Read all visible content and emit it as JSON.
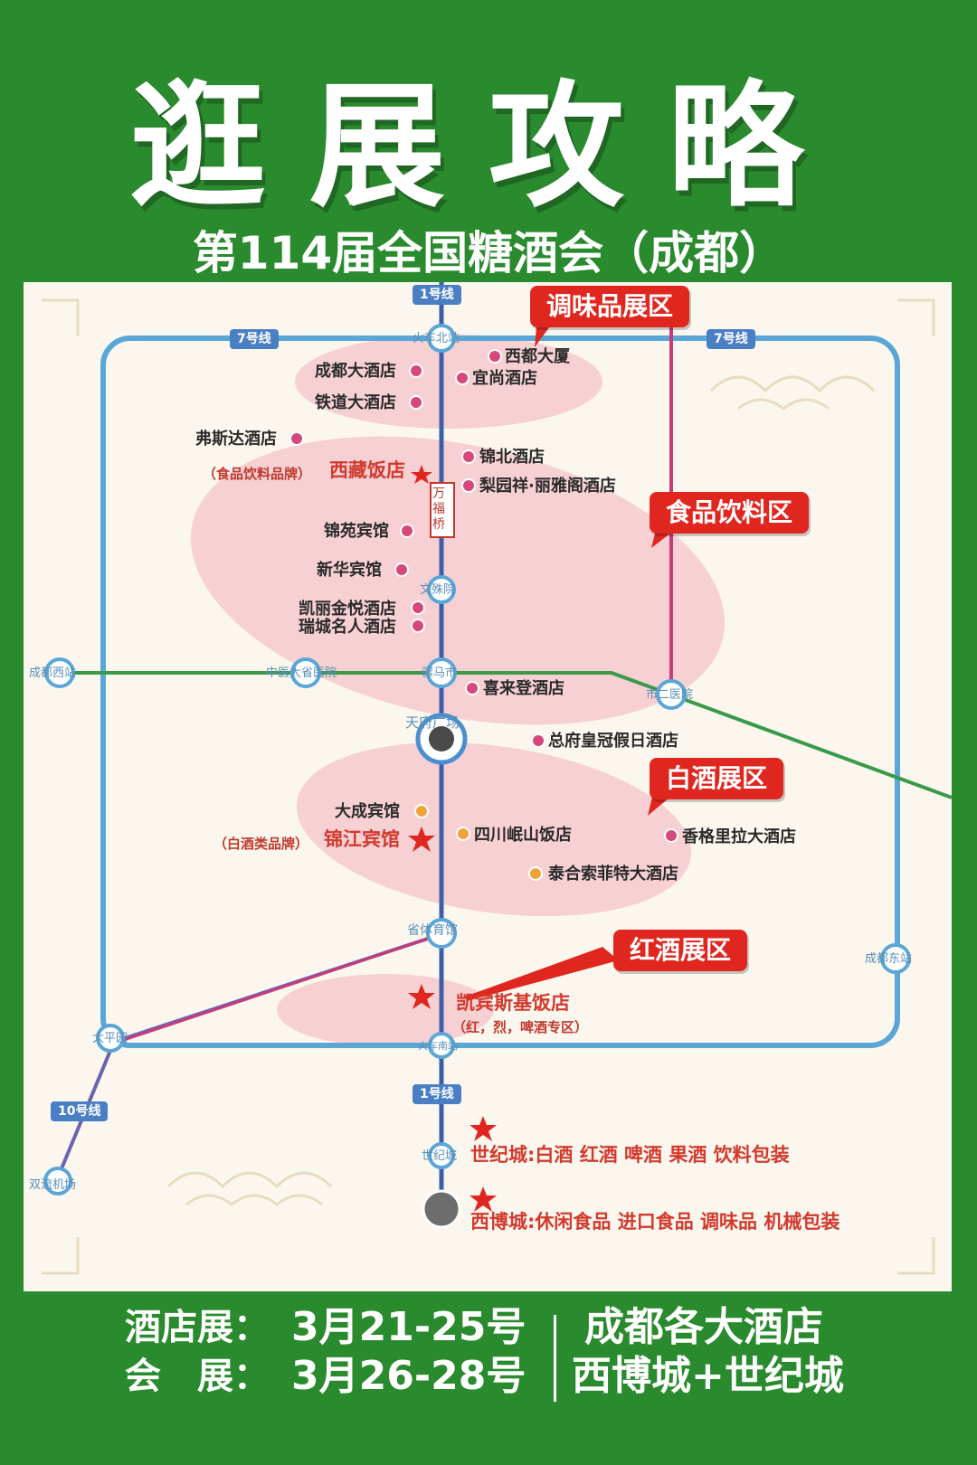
{
  "title": "逛展攻略",
  "subtitle": "第114届全国糖酒会（成都）",
  "lines": {
    "line1_top": "1号线",
    "line1_bottom": "1号线",
    "line7_left": "7号线",
    "line7_right": "7号线",
    "line10": "10号线"
  },
  "stations": {
    "huochebei": "火车北站",
    "wanfuqiao": "万福桥",
    "wenshuyuan": "文殊院",
    "luomashi": "骡马市",
    "tianfu": "天府广场",
    "shengtiyu": "省体育馆",
    "huochenan": "火车南站",
    "shijicheng": "世纪城",
    "chengduxi": "成都西站",
    "zhongyi": "中医大省医院",
    "shierer": "市二医院",
    "chengdudong": "成都东站",
    "taipingyuan": "太平园",
    "shuangliu": "双流机场"
  },
  "zones": {
    "tiaowei": "调味品展区",
    "shipin": "食品饮料区",
    "baijiu": "白酒展区",
    "hongjiu": "红酒展区"
  },
  "hotels": {
    "xidu": "西都大厦",
    "yishang": "宜尚酒店",
    "chengdu": "成都大酒店",
    "tiedao": "铁道大酒店",
    "fusida": "弗斯达酒店",
    "xizang_note": "（食品饮料品牌）",
    "xizang": "西藏饭店",
    "jinbei": "锦北酒店",
    "liyuan": "梨园祥·丽雅阁酒店",
    "jinyuan": "锦苑宾馆",
    "xinhua": "新华宾馆",
    "kaili": "凯丽金悦酒店",
    "ruicheng": "瑞城名人酒店",
    "xilaideng": "喜来登酒店",
    "zongfu": "总府皇冠假日酒店",
    "dacheng": "大成宾馆",
    "jinjiang_note": "（白酒类品牌）",
    "jinjiang": "锦江宾馆",
    "minshan": "四川岷山饭店",
    "xianggelila": "香格里拉大酒店",
    "taihe": "泰合索菲特大酒店",
    "kaibinsiji": "凯宾斯基饭店",
    "kaibinsiji_note": "（红，烈，啤酒专区）"
  },
  "venues": {
    "shijicheng": "世纪城:白酒 红酒 啤酒 果酒 饮料包装",
    "xibocheng": "西博城:休闲食品 进口食品 调味品 机械包装"
  },
  "footer": {
    "hotel_label": "酒店展：",
    "hotel_dates": "3月21-25号",
    "expo_label": "会　展：",
    "expo_dates": "3月26-28号",
    "right1": "成都各大酒店",
    "right2": "西博城+世纪城"
  },
  "colors": {
    "background": "#2a8a2e",
    "zone_red": "#e0271f",
    "pink_blob": "#f6c9cf",
    "line1": "#3d5fa8",
    "line7": "#5aa6d6"
  }
}
